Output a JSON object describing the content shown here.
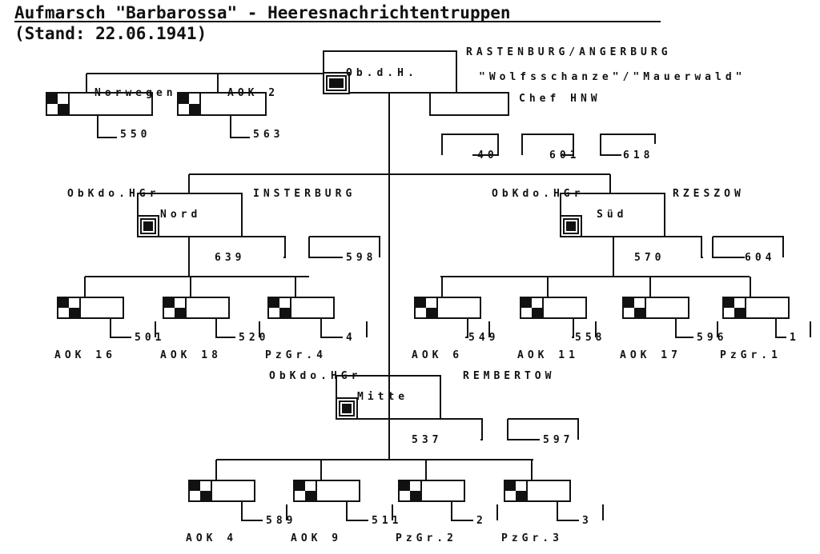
{
  "title": "Aufmarsch \"Barbarossa\" - Heeresnachrichtentruppen",
  "subtitle": "(Stand: 22.06.1941)",
  "hq": {
    "name": "Ob.d.H.",
    "location": "RASTENBURG/ANGERBURG",
    "quarters": "\"Wolfsschanze\"/\"Mauerwald\"",
    "chef": "Chef HNW"
  },
  "top_units": {
    "norwegen": "Norwegen",
    "aok2": "AOK 2",
    "u550": "550",
    "u563": "563"
  },
  "hnw_units": [
    "40",
    "601",
    "618"
  ],
  "groups": {
    "nord": {
      "prefix": "ObKdo.HGr",
      "name": "Nord",
      "location": "INSTERBURG",
      "unit": "639",
      "extra": "598",
      "armies": [
        {
          "label": "AOK 16",
          "unit": "501"
        },
        {
          "label": "AOK 18",
          "unit": "520"
        },
        {
          "label": "PzGr.4",
          "unit": "4"
        }
      ]
    },
    "sued": {
      "prefix": "ObKdo.HGr",
      "name": "Süd",
      "location": "RZESZOW",
      "unit": "570",
      "extra": "604",
      "armies": [
        {
          "label": "AOK 6",
          "unit": "549"
        },
        {
          "label": "AOK 11",
          "unit": "558"
        },
        {
          "label": "AOK 17",
          "unit": "596"
        },
        {
          "label": "PzGr.1",
          "unit": "1"
        }
      ]
    },
    "mitte": {
      "prefix": "ObKdo.HGr",
      "name": "Mitte",
      "location": "REMBERTOW",
      "unit": "537",
      "extra": "597",
      "armies": [
        {
          "label": "AOK 4",
          "unit": "589"
        },
        {
          "label": "AOK 9",
          "unit": "511"
        },
        {
          "label": "PzGr.2",
          "unit": "2"
        },
        {
          "label": "PzGr.3",
          "unit": "3"
        }
      ]
    }
  }
}
